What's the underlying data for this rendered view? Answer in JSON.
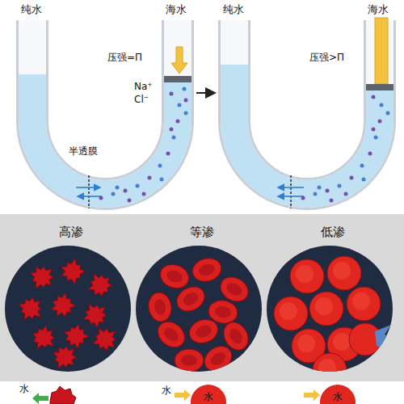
{
  "diagram": {
    "nodes": [
      {
        "text": [
          "高渗"
        ]
      },
      {
        "text": [
          "等渗"
        ]
      },
      {
        "text": [
          "低渗"
        ]
      }
    ],
    "labels": [
      "纯水",
      "海水",
      "压强=Π",
      "Na⁺",
      "Cl⁻",
      "半透膜",
      "纯水",
      "海水",
      "压强>Π",
      "水",
      "水",
      "水",
      "水"
    ]
  }
}
